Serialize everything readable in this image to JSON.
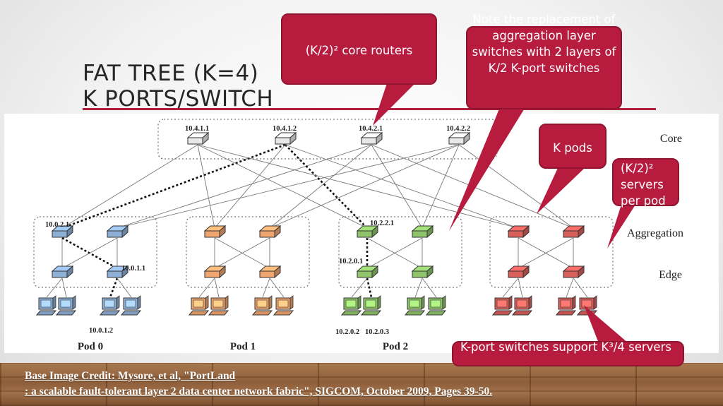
{
  "slide": {
    "title_line1": "FAT TREE (K=4)",
    "title_line2": "K PORTS/SWITCH",
    "accent_color": "#b71c3f"
  },
  "diagram": {
    "layers": [
      "Core",
      "Aggregation",
      "Edge"
    ],
    "core_addresses": [
      "10.4.1.1",
      "10.4.1.2",
      "10.4.2.1",
      "10.4.2.2"
    ],
    "pods": [
      {
        "name": "Pod 0",
        "color": "#8fb0d6",
        "agg_label": "10.0.2.1",
        "edge_label": "10.0.1.1",
        "host_labels": [
          "10.0.1.2"
        ]
      },
      {
        "name": "Pod 1",
        "color": "#f0a66e",
        "agg_label": "",
        "edge_label": "",
        "host_labels": []
      },
      {
        "name": "Pod 2",
        "color": "#8fc46a",
        "agg_label": "10.2.2.1",
        "edge_label": "10.2.0.1",
        "host_labels": [
          "10.2.0.2",
          "10.2.0.3"
        ]
      },
      {
        "name": "",
        "color": "#d9605b",
        "agg_label": "",
        "edge_label": "",
        "host_labels": []
      }
    ]
  },
  "callouts": {
    "core_routers": "(K/2)² core routers",
    "replacement_note": "Note the replacement of aggregation layer switches with 2 layers of K/2 K-port switches",
    "k_pods": "K pods",
    "servers_per_pod": "(K/2)² servers per pod",
    "k_port_switches": "K-port switches support K³/4 servers"
  },
  "credit": {
    "line1": "Base Image Credit: Mysore, et al, \"PortLand",
    "line2": ": a scalable fault-tolerant layer 2 data center network fabric\", SIGCOM, October 2009, Pages 39-50."
  }
}
